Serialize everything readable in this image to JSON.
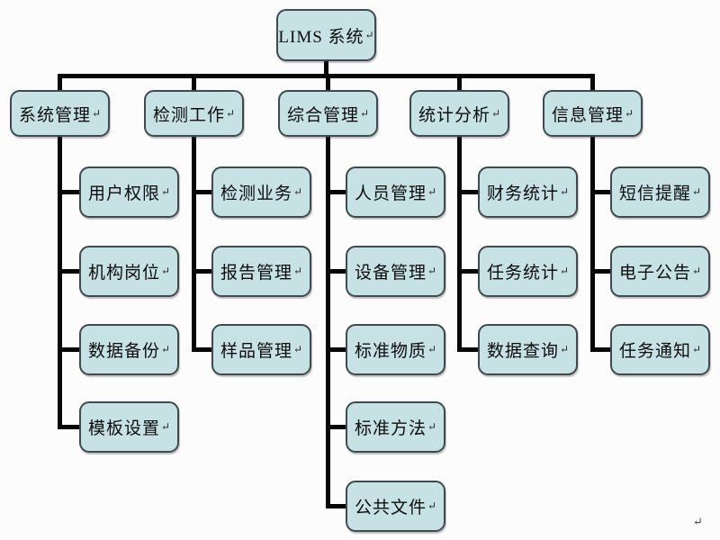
{
  "diagram": {
    "type": "org-chart",
    "return_mark": "↵",
    "colors": {
      "box_fill": "#c6e2e4",
      "box_border": "#3e4a4e",
      "connector": "#060606",
      "background": "#fcfcfc",
      "text": "#0d0d0d"
    },
    "root": {
      "label": "LIMS 系统"
    },
    "branches": [
      {
        "label": "系统管理",
        "children": [
          "用户权限",
          "机构岗位",
          "数据备份",
          "模板设置"
        ]
      },
      {
        "label": "检测工作",
        "children": [
          "检测业务",
          "报告管理",
          "样品管理"
        ]
      },
      {
        "label": "综合管理",
        "children": [
          "人员管理",
          "设备管理",
          "标准物质",
          "标准方法",
          "公共文件"
        ]
      },
      {
        "label": "统计分析",
        "children": [
          "财务统计",
          "任务统计",
          "数据查询"
        ]
      },
      {
        "label": "信息管理",
        "children": [
          "短信提醒",
          "电子公告",
          "任务通知"
        ]
      }
    ]
  }
}
